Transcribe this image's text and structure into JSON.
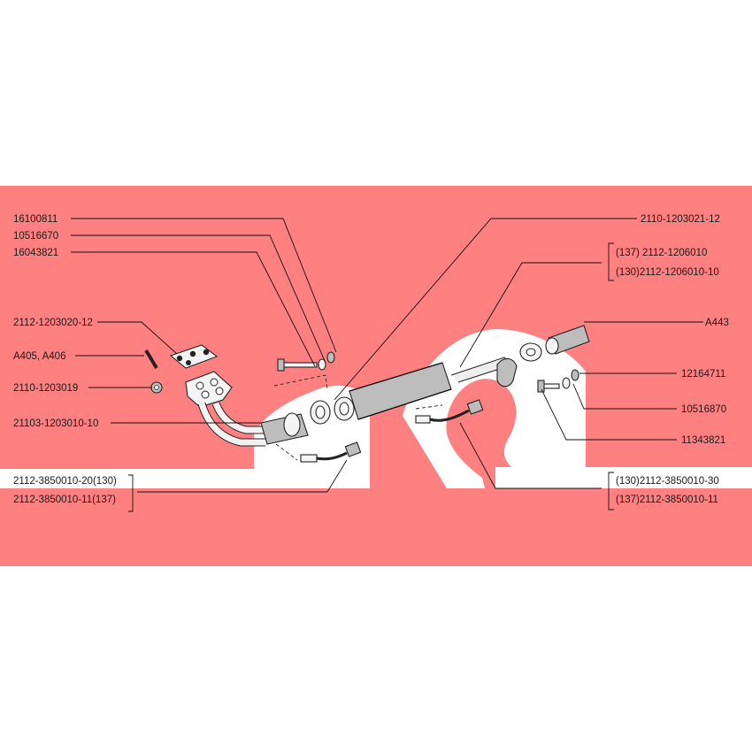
{
  "colors": {
    "panel": "#ff8080",
    "white": "#ffffff",
    "ink": "#1a1a1a"
  },
  "labels": {
    "p16100811": "16100811",
    "p10516670": "10516670",
    "p16043821": "16043821",
    "p2112_1203020_12": "2112-1203020-12",
    "pA405_A406": "A405, A406",
    "p2110_1203019": "2110-1203019",
    "p21103_1203010_10": "21103-1203010-10",
    "p2112_3850010_20_130": "2112-3850010-20(130)",
    "p2112_3850010_11_137": "2112-3850010-11(137)",
    "p2110_1203021_12": "2110-1203021-12",
    "p137_2112_1206010": "(137)    2112-1206010",
    "p130_2112_1206010_10": "(130)2112-1206010-10",
    "pA443": "A443",
    "p12164711": "12164711",
    "p10516870": "10516870",
    "p11343821": "11343821",
    "p130_2112_3850010_30": "(130)2112-3850010-30",
    "p137_2112_3850010_11": "(137)2112-3850010-11"
  }
}
